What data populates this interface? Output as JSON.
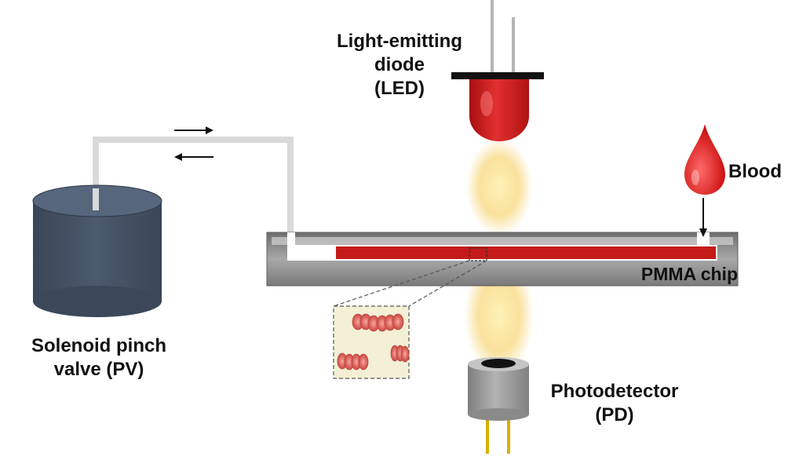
{
  "labels": {
    "led": [
      "Light-emitting",
      "diode",
      "(LED)"
    ],
    "blood": "Blood",
    "chip": "PMMA chip",
    "valve": [
      "Solenoid pinch",
      "valve (PV)"
    ],
    "detector": [
      "Photodetector",
      "(PD)"
    ]
  },
  "colors": {
    "valve_body": "#475569",
    "valve_top": "#3f4c5f",
    "tube": "#d9d9d9",
    "chip": "#8a8a8a",
    "chip_light": "#c4c4c4",
    "blood": "#c41a1a",
    "led": "#d01818",
    "beam": "#f7d98a",
    "detector": "#9a9a9a",
    "rbc": "#e87a72",
    "inset_bg": "#f3f0d6"
  },
  "icons": [
    "arrow-right-icon",
    "arrow-left-icon",
    "arrow-down-icon",
    "blood-drop-icon"
  ]
}
